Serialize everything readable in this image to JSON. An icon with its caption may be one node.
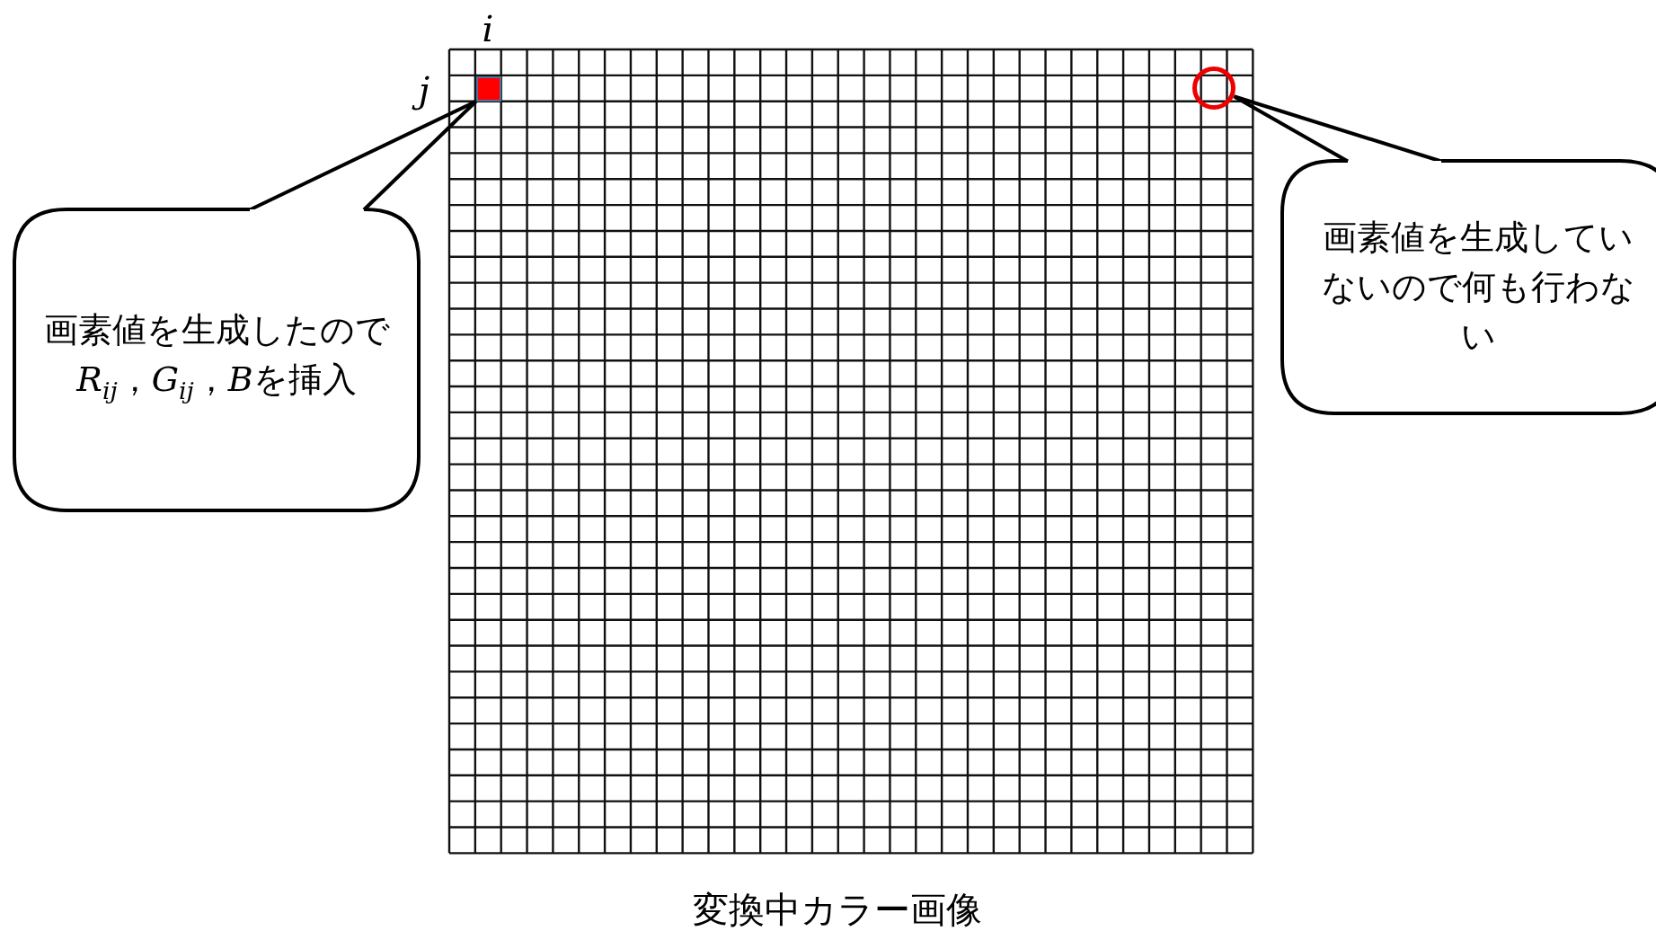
{
  "diagram": {
    "caption": "変換中カラー画像",
    "nodes": [
      {
        "text": [
          "画素値を生成したのでR$_{ij}$，G$_{ij}$，Bを挿入"
        ]
      },
      {
        "text": [
          "画素値を生成していないので何も行わない"
        ]
      },
      {
        "text": [],
        "shape": "box"
      },
      {
        "text": [],
        "shape": "circle"
      }
    ],
    "edges": [
      {
        "from": 0,
        "to": 2,
        "arrow": "none"
      },
      {
        "from": 1,
        "to": 3,
        "arrow": "none"
      }
    ],
    "labels": [
      "i",
      "j"
    ]
  }
}
